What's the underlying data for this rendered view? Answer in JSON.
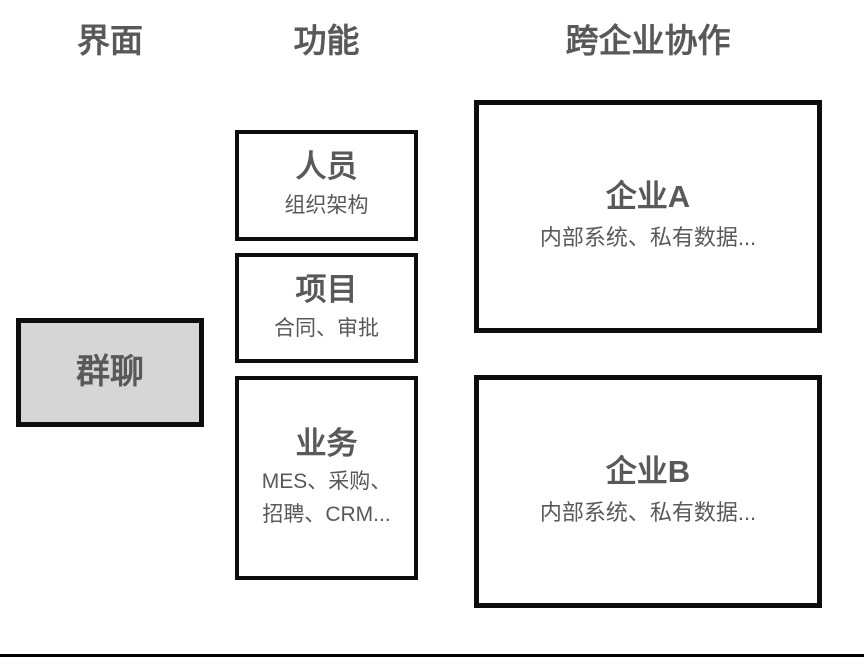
{
  "columns": {
    "interface": {
      "header": "界面"
    },
    "function": {
      "header": "功能"
    },
    "cross_enterprise": {
      "header": "跨企业协作"
    }
  },
  "interface_box": {
    "title": "群聊"
  },
  "function_boxes": [
    {
      "title": "人员",
      "subtitle": "组织架构"
    },
    {
      "title": "项目",
      "subtitle": "合同、审批"
    },
    {
      "title": "业务",
      "subtitle": "MES、采购、\n招聘、CRM..."
    }
  ],
  "enterprise_boxes": [
    {
      "title": "企业A",
      "subtitle": "内部系统、私有数据..."
    },
    {
      "title": "企业B",
      "subtitle": "内部系统、私有数据..."
    }
  ],
  "colors": {
    "box_border": "#0d0d0d",
    "text_gray": "#595959",
    "interface_box_fill": "#d6d6d6",
    "bottom_divider": "#000000"
  }
}
